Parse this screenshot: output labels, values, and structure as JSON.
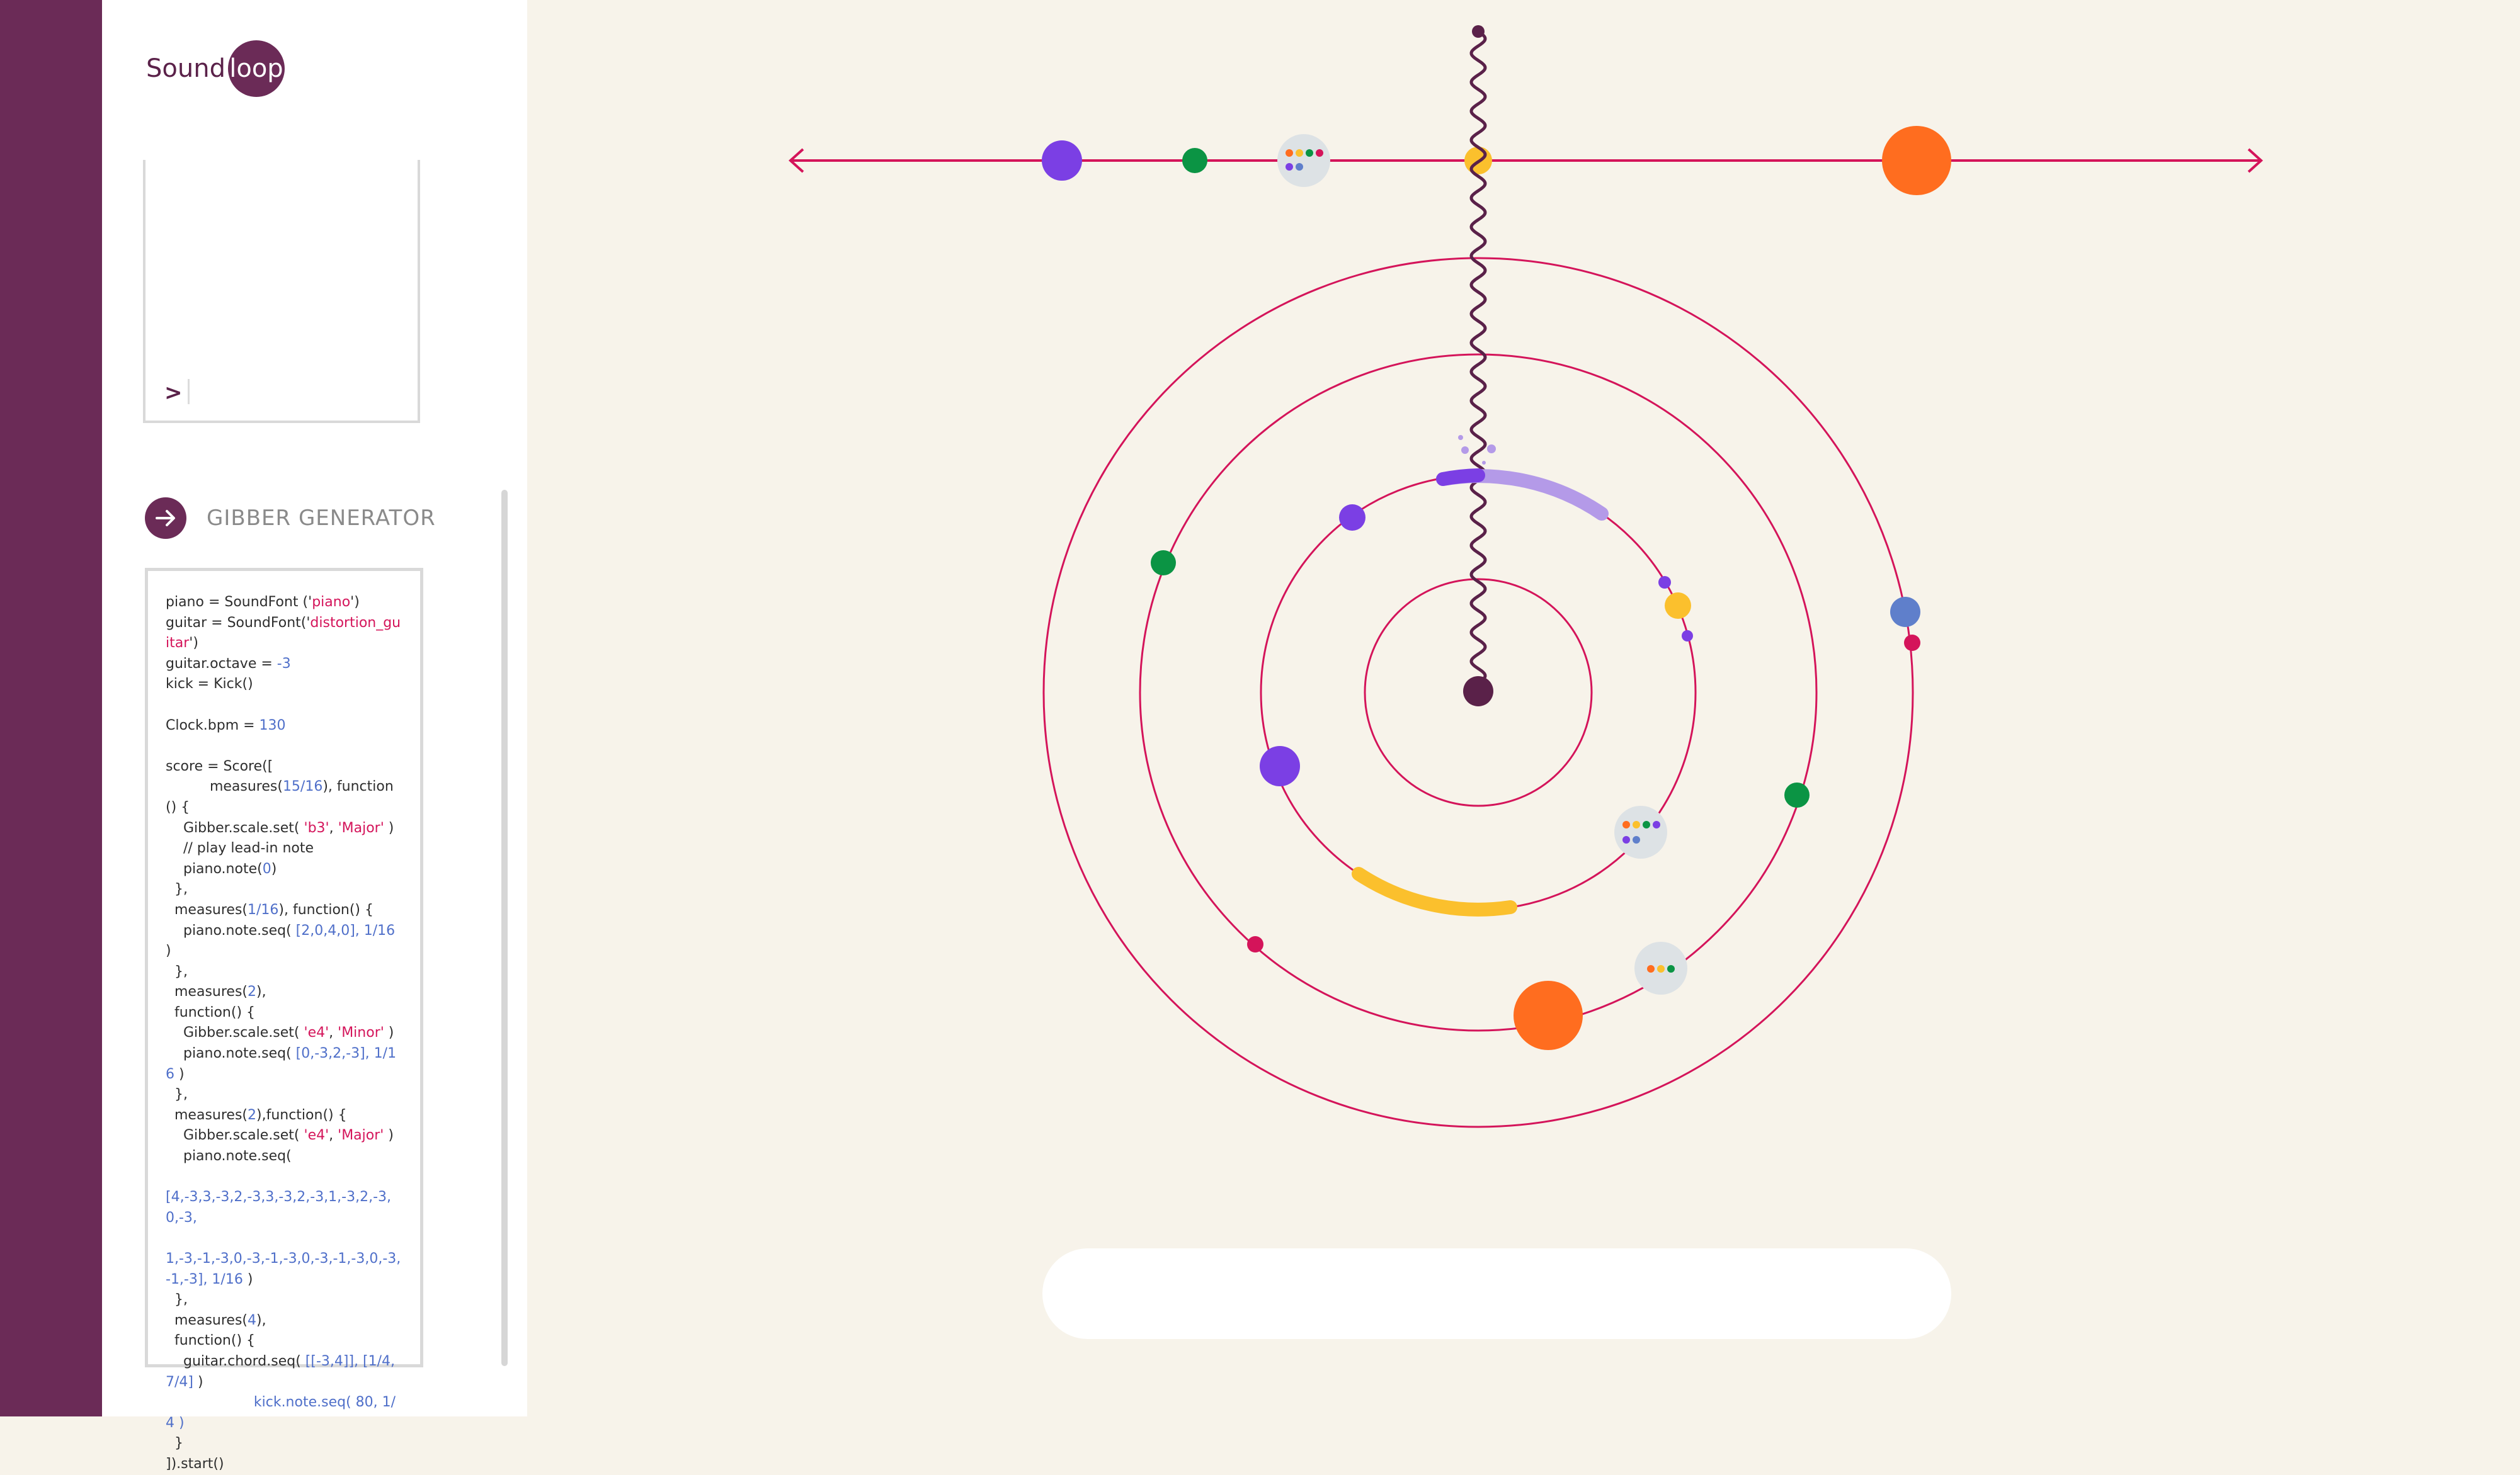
{
  "app": {
    "logo_part1": "Sound",
    "logo_part2": "loop"
  },
  "console": {
    "prompt": ">"
  },
  "generator": {
    "title": "GIBBER GENERATOR",
    "code_lines": [
      [
        [
          "t",
          "piano = SoundFont ('"
        ],
        [
          "s",
          "piano"
        ],
        [
          "t",
          "')"
        ]
      ],
      [
        [
          "t",
          "guitar = SoundFont('"
        ],
        [
          "s",
          "distortion_guitar"
        ],
        [
          "t",
          "')"
        ]
      ],
      [
        [
          "t",
          "guitar.octave = "
        ],
        [
          "n",
          "-3"
        ]
      ],
      [
        [
          "t",
          "kick = Kick()"
        ]
      ],
      [
        [
          "t",
          ""
        ]
      ],
      [
        [
          "t",
          "Clock.bpm = "
        ],
        [
          "n",
          "130"
        ]
      ],
      [
        [
          "t",
          ""
        ]
      ],
      [
        [
          "t",
          "score = Score(["
        ]
      ],
      [
        [
          "t",
          "          measures("
        ],
        [
          "n",
          "15/16"
        ],
        [
          "t",
          "), function() {"
        ]
      ],
      [
        [
          "t",
          "    Gibber.scale.set( "
        ],
        [
          "s",
          "'b3'"
        ],
        [
          "t",
          ", "
        ],
        [
          "s",
          "'Major'"
        ],
        [
          "t",
          " )"
        ]
      ],
      [
        [
          "t",
          "    // play lead-in note"
        ]
      ],
      [
        [
          "t",
          "    piano.note("
        ],
        [
          "n",
          "0"
        ],
        [
          "t",
          ")"
        ]
      ],
      [
        [
          "t",
          "  },"
        ]
      ],
      [
        [
          "t",
          "  measures("
        ],
        [
          "n",
          "1/16"
        ],
        [
          "t",
          "), function() {"
        ]
      ],
      [
        [
          "t",
          "    piano.note.seq( "
        ],
        [
          "n",
          "[2,0,4,0], 1/16"
        ],
        [
          "t",
          " )"
        ]
      ],
      [
        [
          "t",
          "  },"
        ]
      ],
      [
        [
          "t",
          "  measures("
        ],
        [
          "n",
          "2"
        ],
        [
          "t",
          "),"
        ]
      ],
      [
        [
          "t",
          "  function() {"
        ]
      ],
      [
        [
          "t",
          "    Gibber.scale.set( "
        ],
        [
          "s",
          "'e4'"
        ],
        [
          "t",
          ", "
        ],
        [
          "s",
          "'Minor'"
        ],
        [
          "t",
          " )"
        ]
      ],
      [
        [
          "t",
          "    piano.note.seq( "
        ],
        [
          "n",
          "[0,-3,2,-3], 1/16"
        ],
        [
          "t",
          " )"
        ]
      ],
      [
        [
          "t",
          "  },"
        ]
      ],
      [
        [
          "t",
          "  measures("
        ],
        [
          "n",
          "2"
        ],
        [
          "t",
          "),function() {"
        ]
      ],
      [
        [
          "t",
          "    Gibber.scale.set( "
        ],
        [
          "s",
          "'e4'"
        ],
        [
          "t",
          ", "
        ],
        [
          "s",
          "'Major'"
        ],
        [
          "t",
          " )"
        ]
      ],
      [
        [
          "t",
          "    piano.note.seq("
        ]
      ],
      [
        [
          "t",
          ""
        ]
      ],
      [
        [
          "n",
          "[4,-3,3,-3,2,-3,3,-3,2,-3,1,-3,2,-3,0,-3,"
        ]
      ],
      [
        [
          "t",
          ""
        ]
      ],
      [
        [
          "n",
          "1,-3,-1,-3,0,-3,-1,-3,0,-3,-1,-3,0,-3,-1,-3], 1/16"
        ],
        [
          "t",
          " )"
        ]
      ],
      [
        [
          "t",
          "  },"
        ]
      ],
      [
        [
          "t",
          "  measures("
        ],
        [
          "n",
          "4"
        ],
        [
          "t",
          "),"
        ]
      ],
      [
        [
          "t",
          "  function() {"
        ]
      ],
      [
        [
          "t",
          "    guitar.chord.seq( "
        ],
        [
          "n",
          "[[-3,4]], [1/4,7/4]"
        ],
        [
          "t",
          " )"
        ]
      ],
      [
        [
          "t",
          "                    "
        ],
        [
          "n",
          "kick.note.seq( 80, 1/4 )"
        ]
      ],
      [
        [
          "t",
          "  }"
        ]
      ],
      [
        [
          "t",
          "]).start()"
        ]
      ]
    ]
  },
  "visualizer": {
    "colors": {
      "magenta": "#d4145a",
      "plum": "#5a2149",
      "purple": "#7b3fe4",
      "lavender": "#b49ae8",
      "green": "#0b9444",
      "yellow": "#fbc02d",
      "orange": "#ff6d1f",
      "blue": "#5f7fcb",
      "grey": "#dde2e5"
    },
    "icons": [
      "arrow-right-icon",
      "arrow-left-icon",
      "arrow-head-right-icon"
    ],
    "input": {
      "value": "",
      "placeholder": ""
    }
  }
}
